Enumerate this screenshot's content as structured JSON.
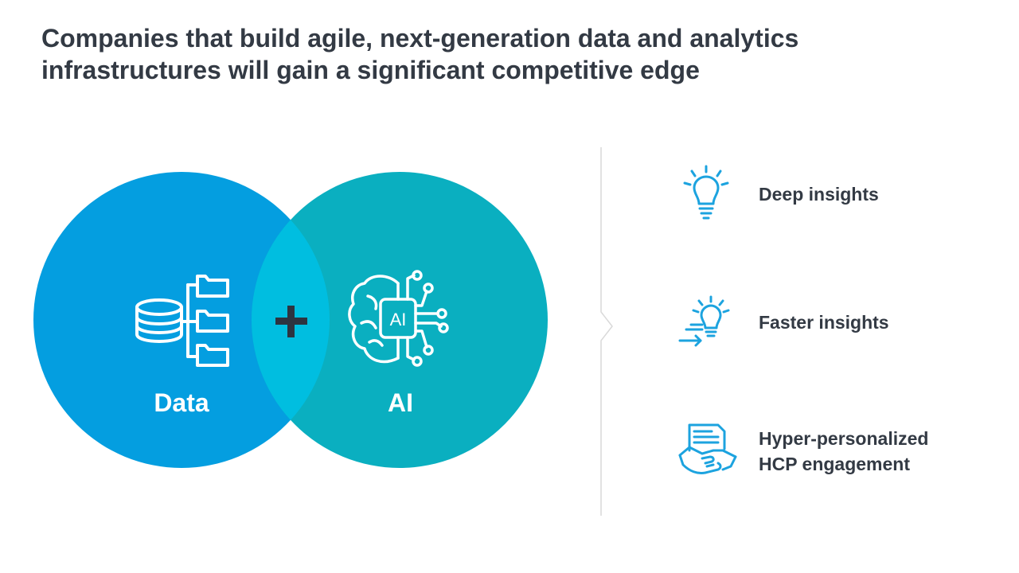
{
  "headline": {
    "line1": "Companies that build agile, next-generation data and analytics",
    "line2": "infrastructures will gain a significant competitive edge"
  },
  "venn": {
    "left_label": "Data",
    "right_label": "AI",
    "operator": "+",
    "ai_chip_text": "AI",
    "left_icon": "database-folders-icon",
    "right_icon": "ai-brain-circuit-icon"
  },
  "benefits": [
    {
      "icon": "lightbulb-icon",
      "lines": [
        "Deep insights"
      ]
    },
    {
      "icon": "lightbulb-speed-icon",
      "lines": [
        "Faster insights"
      ]
    },
    {
      "icon": "handshake-document-icon",
      "lines": [
        "Hyper-personalized",
        "HCP engagement"
      ]
    }
  ],
  "colors": {
    "data_circle": "#049ee0",
    "ai_circle": "#0aafc0",
    "overlap": "#00bee0",
    "icon_blue": "#1ca3df",
    "text_dark": "#333a44",
    "divider": "#d9d9d9"
  }
}
